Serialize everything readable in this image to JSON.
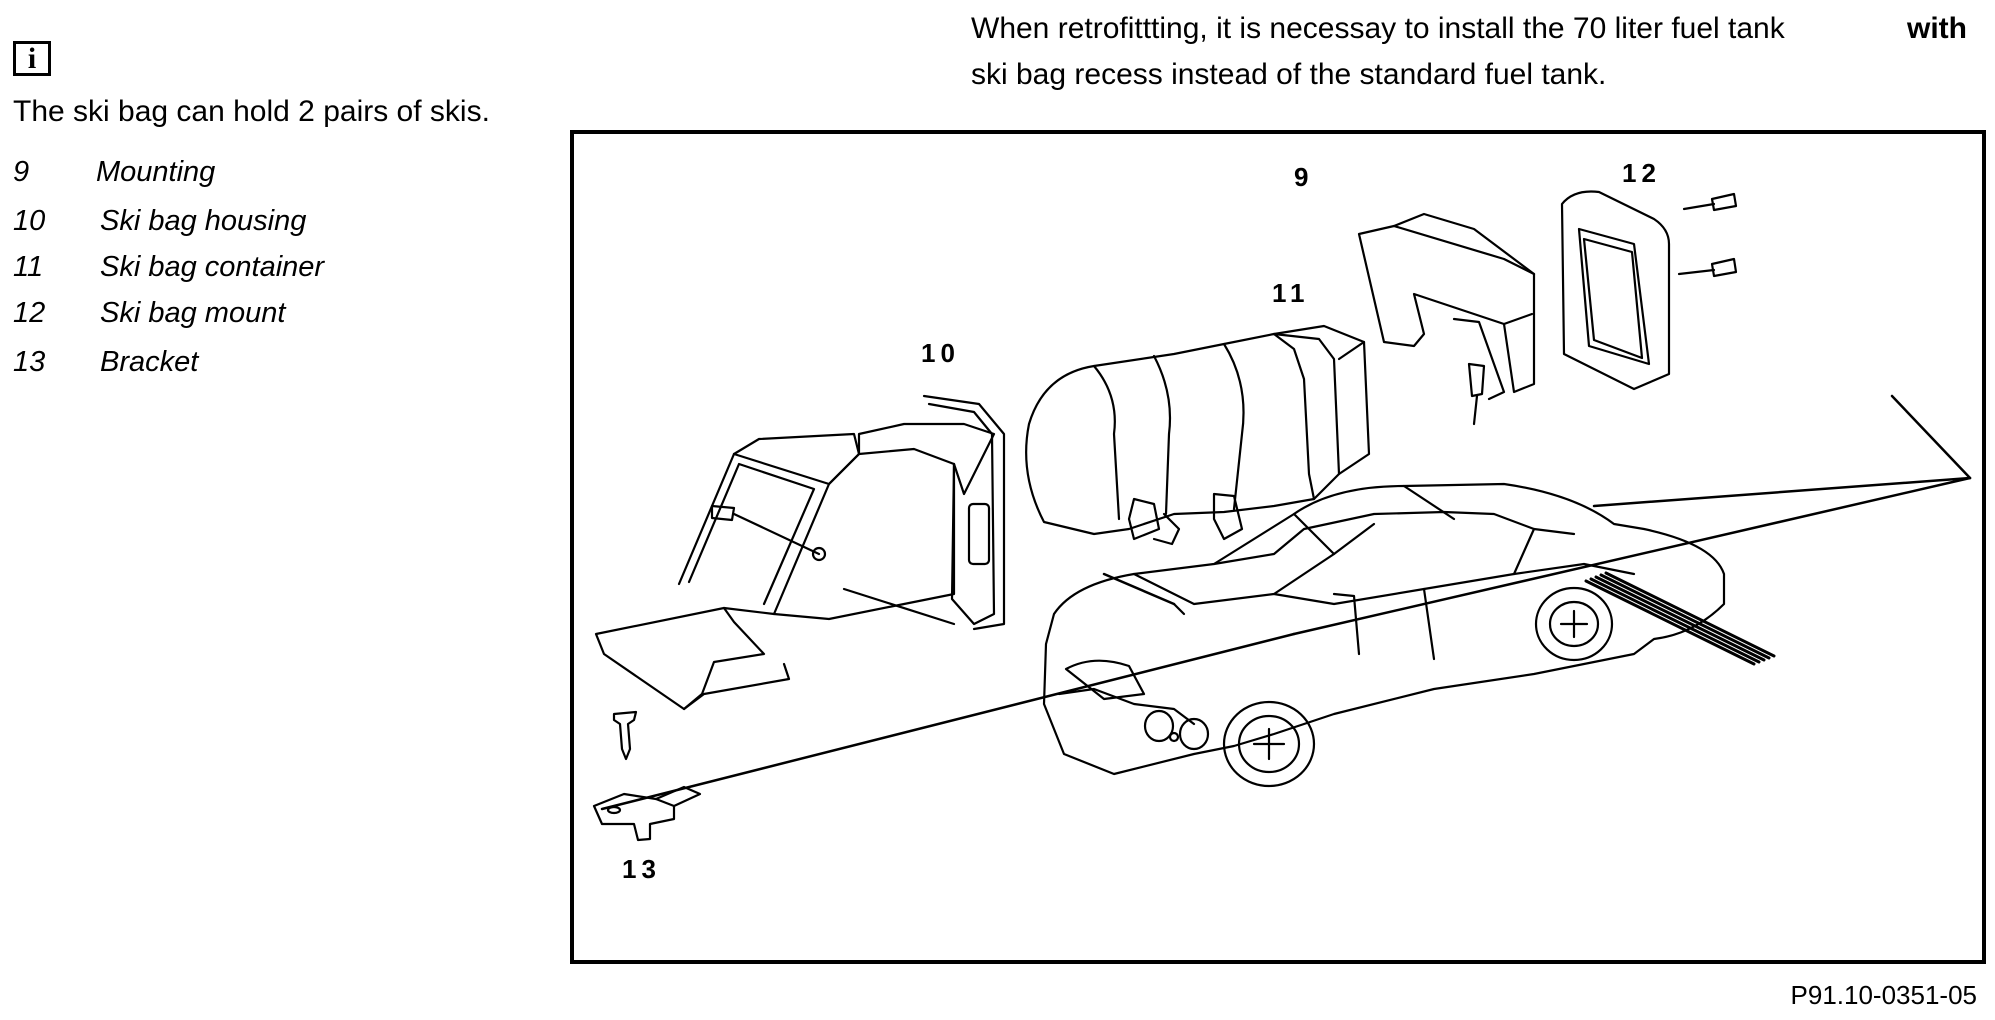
{
  "info_icon_glyph": "i",
  "intro_text": "The ski bag can hold 2 pairs of skis.",
  "legend": [
    {
      "num": "9",
      "label": "Mounting"
    },
    {
      "num": "10",
      "label": "Ski bag housing"
    },
    {
      "num": "11",
      "label": "Ski bag container"
    },
    {
      "num": "12",
      "label": "Ski bag mount"
    },
    {
      "num": "13",
      "label": "Bracket"
    }
  ],
  "note": {
    "line1": "When retrofittting, it is necessay to install the 70 liter fuel tank",
    "line1_bold": "with",
    "line2": "ski bag recess instead of the standard fuel tank."
  },
  "figure": {
    "callouts": {
      "c9": "9",
      "c10": "10",
      "c11": "11",
      "c12": "12",
      "c13": "13"
    },
    "reference": "P91.10-0351-05"
  }
}
